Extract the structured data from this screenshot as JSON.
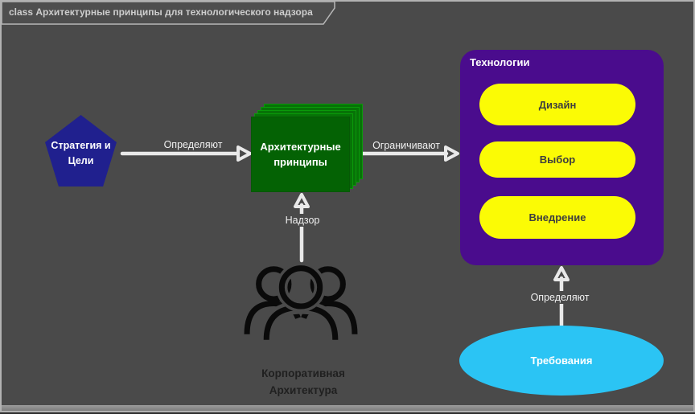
{
  "window": {
    "tab_label": "class Архитектурные принципы для технологического надзора"
  },
  "nodes": {
    "strategy": {
      "shape": "pentagon",
      "line1": "Стратегия и",
      "line2": "Цели",
      "color": "#20208e"
    },
    "principles": {
      "shape": "stacked-rectangles",
      "line1": "Архитектурные",
      "line2": "принципы",
      "color": "#046204"
    },
    "technologies": {
      "shape": "rounded-container",
      "title": "Технологии",
      "color": "#4a0c8d",
      "items": [
        {
          "label": "Дизайн"
        },
        {
          "label": "Выбор"
        },
        {
          "label": "Внедрение"
        }
      ],
      "item_color": "#fbfb05"
    },
    "requirements": {
      "shape": "ellipse",
      "label": "Требования",
      "color": "#2bc4f4"
    },
    "corporate": {
      "icon": "people-group-icon",
      "line1": "Корпоративная",
      "line2": "Архитектура"
    }
  },
  "edges": [
    {
      "id": "strategy-to-principles",
      "label": "Определяют",
      "direction": "right"
    },
    {
      "id": "principles-to-technologies",
      "label": "Ограничивают",
      "direction": "right"
    },
    {
      "id": "corporate-to-principles",
      "label": "Надзор",
      "direction": "up"
    },
    {
      "id": "requirements-to-technologies",
      "label": "Определяют",
      "direction": "up"
    }
  ],
  "colors": {
    "canvas_bg": "#4a4a4a",
    "frame_border": "#b2b2b2",
    "arrow": "#e9e9e9",
    "pill_text": "#3e3e3e",
    "caption_text": "#202020"
  }
}
